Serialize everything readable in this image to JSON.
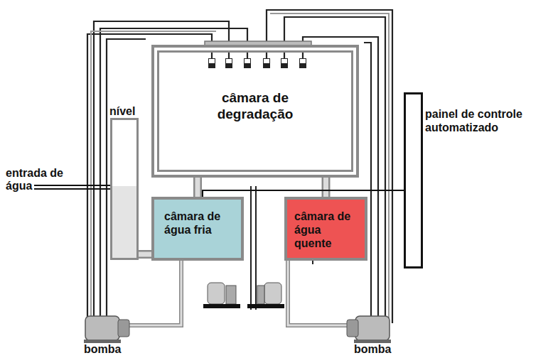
{
  "diagram": {
    "nodes": [
      {
        "text": [
          "câmara de degradação"
        ]
      },
      {
        "text": [
          "câmara de água fria"
        ]
      },
      {
        "text": [
          "câmara de água quente"
        ]
      },
      {
        "text": [
          "nível"
        ]
      },
      {
        "text": [
          "painel de controle automatizado"
        ]
      }
    ],
    "edges": [
      {
        "from": 1,
        "to": 0,
        "arrow": "none"
      },
      {
        "from": 2,
        "to": 0,
        "arrow": "none"
      },
      {
        "from": 3,
        "to": 1,
        "arrow": "none"
      },
      {
        "from": 4,
        "to": 1,
        "arrow": "none"
      }
    ],
    "labels": [
      "entrada de água",
      "bomba",
      "bomba"
    ]
  }
}
